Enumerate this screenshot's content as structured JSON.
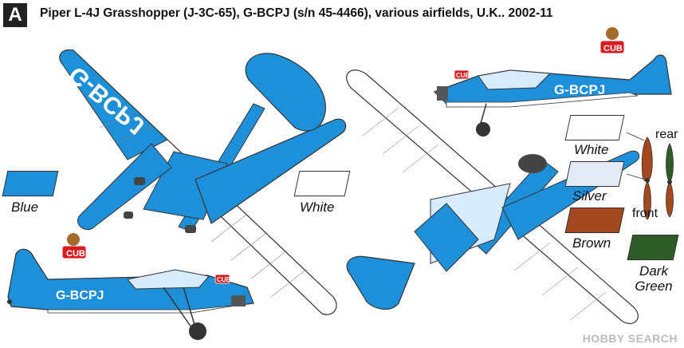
{
  "header": {
    "badge": "A",
    "title": "Piper L-4J Grasshopper (J-3C-65), G-BCPJ (s/n 45-4466), various airfields, U.K.. 2002-11"
  },
  "aircraft": {
    "registration": "G-BCPJ",
    "logo_text": "CUB"
  },
  "colors": [
    {
      "name": "Blue",
      "hex": "#1e8fd9"
    },
    {
      "name": "White",
      "hex": "#ffffff"
    },
    {
      "name": "White",
      "hex": "#ffffff"
    },
    {
      "name": "Silver",
      "hex": "#e3e9f5"
    },
    {
      "name": "Brown",
      "hex": "#a3481f"
    },
    {
      "name": "Dark Green",
      "hex": "#2f5b28"
    }
  ],
  "propeller": {
    "rear_label": "rear",
    "front_label": "front"
  },
  "watermark": "HOBBY SEARCH"
}
